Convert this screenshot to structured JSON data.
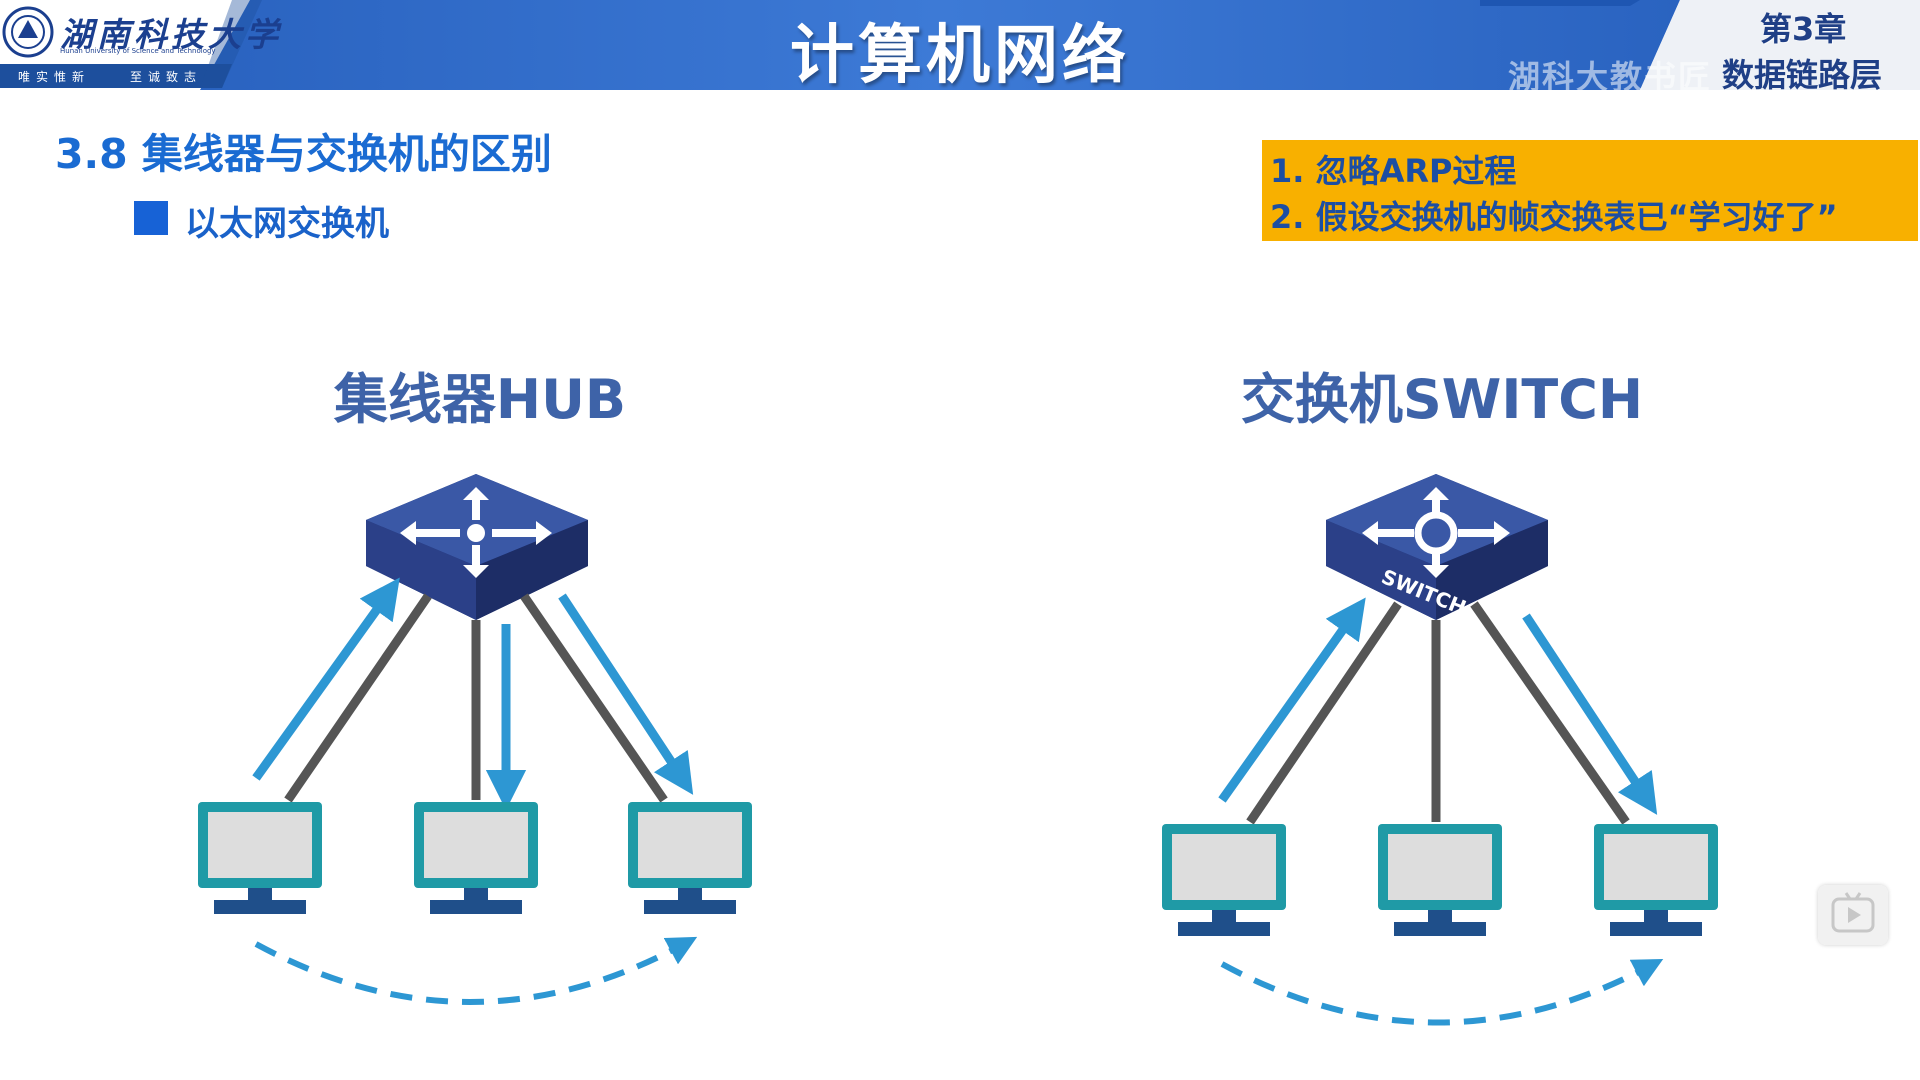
{
  "header": {
    "university_name": "湖南科技大学",
    "university_english": "Hunan University of Science and Technology",
    "motto_left": "唯实惟新",
    "motto_right": "至诚致志",
    "course_title": "计算机网络",
    "watermark": "湖科大教书匠",
    "chapter_number": "第3章",
    "chapter_name": "数据链路层"
  },
  "section": {
    "title": "3.8 集线器与交换机的区别",
    "bullet": "以太网交换机"
  },
  "notes": [
    "1. 忽略ARP过程",
    "2. 假设交换机的帧交换表已“学习好了”"
  ],
  "diagrams": {
    "hub_title": "集线器HUB",
    "switch_title": "交换机SWITCH",
    "switch_device_label": "SWITCH"
  },
  "colors": {
    "header_blue": "#2f6cc8",
    "header_dark": "#1d4f9d",
    "note_bg": "#f8b000",
    "arrow_blue": "#2d97d3",
    "device_blue": "#3a58a6",
    "monitor_teal": "#1f9aa6",
    "monitor_base": "#1f4f8a"
  },
  "icons": {
    "hub": "hub-device-icon",
    "switch": "switch-device-icon",
    "computer": "computer-icon",
    "play": "play-icon"
  }
}
